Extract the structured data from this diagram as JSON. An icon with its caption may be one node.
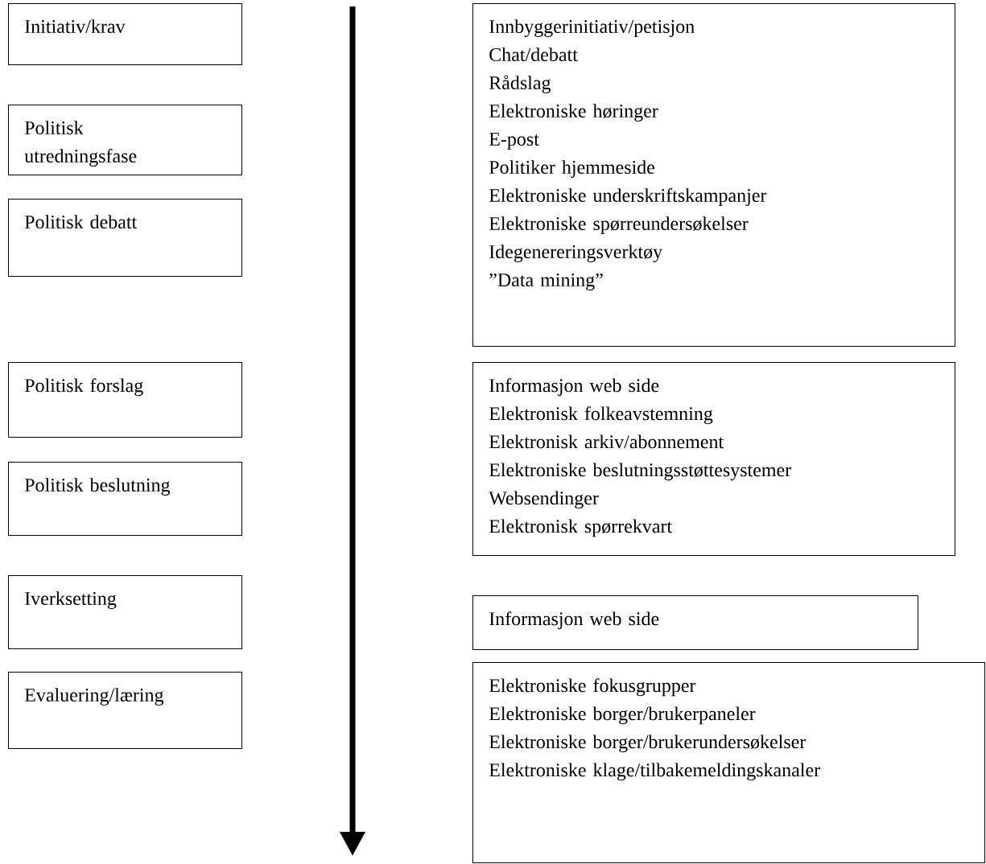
{
  "diagram": {
    "nodes": [
      {
        "text": [
          "Initiativ/krav"
        ]
      },
      {
        "text": [
          "Politisk utredningsfase"
        ]
      },
      {
        "text": [
          "Politisk debatt"
        ]
      },
      {
        "text": [
          "Politisk forslag"
        ]
      },
      {
        "text": [
          "Politisk beslutning"
        ]
      },
      {
        "text": [
          "Iverksetting"
        ]
      },
      {
        "text": [
          "Evaluering/læring"
        ]
      },
      {
        "text": [
          "Innbyggerinitiativ/petisjon",
          "Chat/debatt",
          "Rådslag",
          "Elektroniske høringer",
          "E-post",
          "Politiker hjemmeside",
          "Elektroniske underskriftskampanjer",
          "Elektroniske spørreundersøkelser",
          "Idegenereringsverktøy",
          "”Data mining”"
        ]
      },
      {
        "text": [
          "Informasjon web side",
          "Elektronisk folkeavstemning",
          "Elektronisk arkiv/abonnement",
          "Elektroniske beslutningsstøttesystemer",
          "Websendinger",
          "Elektronisk spørrekvart"
        ]
      },
      {
        "text": [
          "Informasjon web side"
        ]
      },
      {
        "text": [
          "Elektroniske fokusgrupper",
          "Elektroniske borger/brukerpaneler",
          "Elektroniske borger/brukerundersøkelser",
          "Elektroniske klage/tilbakemeldingskanaler"
        ]
      }
    ]
  }
}
